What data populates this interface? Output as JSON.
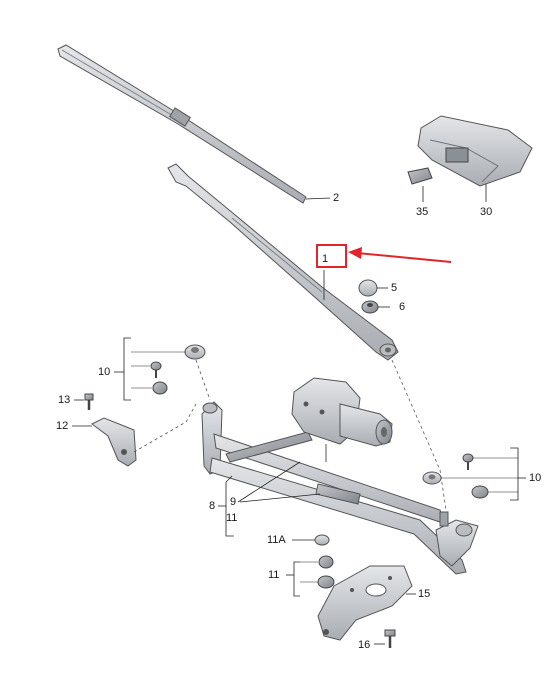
{
  "diagram": {
    "highlight_color": "#e0262a",
    "part_color": "#c9ccd0",
    "callouts": {
      "c1": "1",
      "c2": "2",
      "c5": "5",
      "c6": "6",
      "c8": "8",
      "c9": "9",
      "c10_left": "10",
      "c10_right": "10",
      "c11_upper": "11",
      "c11_lower": "11",
      "c11a": "11A",
      "c12": "12",
      "c13": "13",
      "c15": "15",
      "c16": "16",
      "c30": "30",
      "c35": "35"
    }
  }
}
